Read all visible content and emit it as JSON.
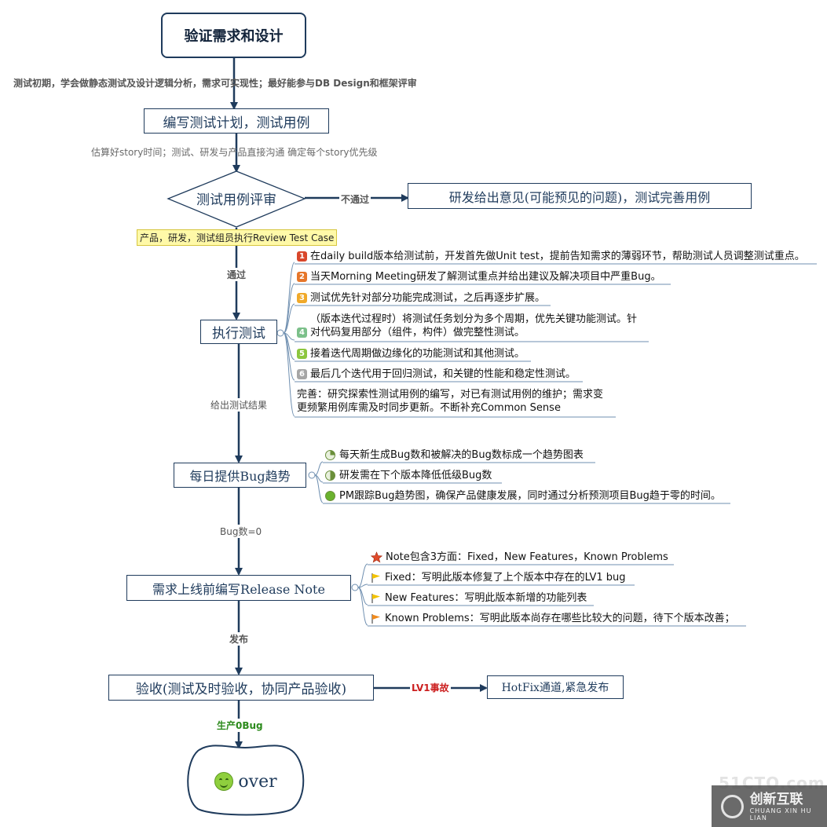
{
  "nodes": {
    "start": "验证需求和设计",
    "plan": "编写测试计划，测试用例",
    "review": "测试用例评审",
    "reject_result": "研发给出意见(可能预见的问题)，测试完善用例",
    "execute": "执行测试",
    "daily": "每日提供Bug趋势",
    "release_note": "需求上线前编写Release Note",
    "accept": "验收(测试及时验收，协同产品验收)",
    "hotfix": "HotFix通道,紧急发布",
    "over": "over"
  },
  "notes": {
    "start_note": "测试初期，学会做静态测试及设计逻辑分析，需求可实现性；最好能参与DB Design和框架评审",
    "plan_note": "估算好story时间；测试、研发与产品直接沟通 确定每个story优先级",
    "review_highlight": "产品，研发，测试组员执行Review Test Case"
  },
  "edge_labels": {
    "not_pass": "不通过",
    "pass": "通过",
    "give_result": "给出测试结果",
    "bug_zero": "Bug数=0",
    "publish": "发布",
    "lv1": "LV1事故",
    "prod_zero": "生产0Bug"
  },
  "execute_items": [
    {
      "num": "1",
      "color": "#d9472b",
      "text": "在daily build版本给测试前，开发首先做Unit test，提前告知需求的薄弱环节，帮助测试人员调整测试重点。"
    },
    {
      "num": "2",
      "color": "#e6762a",
      "text": "当天Morning Meeting研发了解测试重点并给出建议及解决项目中严重Bug。"
    },
    {
      "num": "3",
      "color": "#f0a92a",
      "text": "测试优先针对部分功能完成测试，之后再逐步扩展。"
    },
    {
      "num": "4",
      "color": "#7cc08a",
      "text": "（版本迭代过程时）将测试任务划分为多个周期，优先关键功能测试。针",
      "text2": "对代码复用部分（组件，构件）做完整性测试。"
    },
    {
      "num": "5",
      "color": "#8cc63e",
      "text": "接着迭代周期做边缘化的功能测试和其他测试。"
    },
    {
      "num": "6",
      "color": "#a6a6a6",
      "text": "最后几个迭代用于回归测试，和关键的性能和稳定性测试。"
    }
  ],
  "execute_extra": {
    "line1": "完善：研究探索性测试用例的编写，对已有测试用例的维护；需求变",
    "line2": "更频繁用例库需及时同步更新。不断补充Common Sense"
  },
  "bug_items": [
    {
      "fill": 25,
      "text": "每天新生成Bug数和被解决的Bug数标成一个趋势图表"
    },
    {
      "fill": 50,
      "text": "研发需在下个版本降低低级Bug数"
    },
    {
      "fill": 100,
      "text": "PM跟踪Bug趋势图，确保产品健康发展，同时通过分析预测项目Bug趋于零的时间。"
    }
  ],
  "release_items": [
    {
      "icon": "star",
      "text": "Note包含3方面：Fixed，New Features，Known Problems"
    },
    {
      "icon": "flag",
      "color": "#f2c200",
      "text": "Fixed：写明此版本修复了上个版本中存在的LV1 bug"
    },
    {
      "icon": "flag",
      "color": "#f2c200",
      "text": "New Features：写明此版本新增的功能列表"
    },
    {
      "icon": "flag",
      "color": "#f08a1c",
      "text": "Known Problems：写明此版本尚存在哪些比较大的问题，待下个版本改善；"
    }
  ],
  "watermark": {
    "site": "51CTO.com",
    "brand": "创新互联",
    "brand_sub": "CHUANG XIN HU LIAN"
  },
  "colors": {
    "arrow": "#1f3b5c",
    "connector": "#6f8fb0",
    "lv1": "#cc1f1f",
    "prod": "#2c8a1c"
  }
}
